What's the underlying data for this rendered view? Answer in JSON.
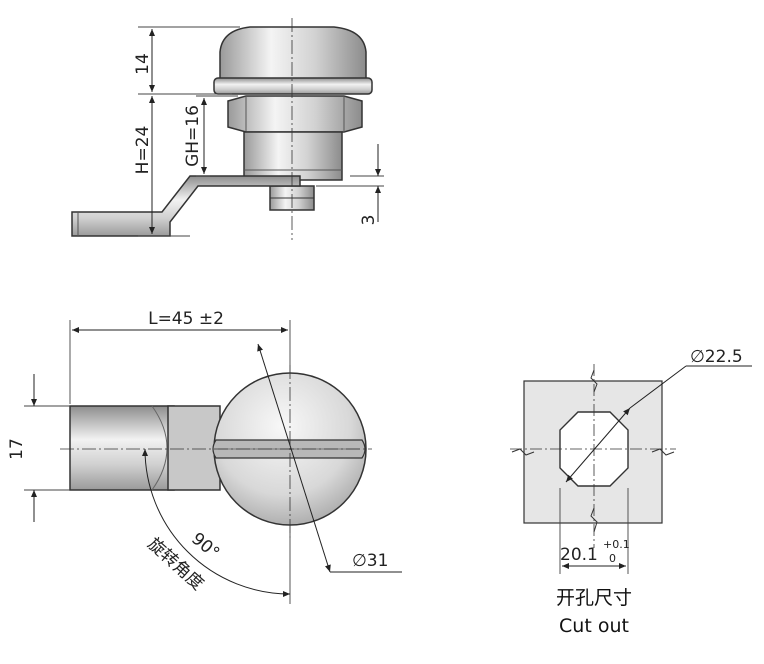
{
  "side_view": {
    "dim_14": "14",
    "dim_h": "H=24",
    "dim_gh": "GH=16",
    "dim_3": "3"
  },
  "front_view": {
    "dim_length": "L=45 ±2",
    "dim_width": "17",
    "dim_diameter": "∅31",
    "rotation_angle": "90°",
    "rotation_label": "旋转角度"
  },
  "cutout": {
    "dim_diameter": "∅22.5",
    "dim_flat": "20.1",
    "tol_upper": "+0.1",
    "tol_lower": "0",
    "caption_cn": "开孔尺寸",
    "caption_en": "Cut out"
  }
}
